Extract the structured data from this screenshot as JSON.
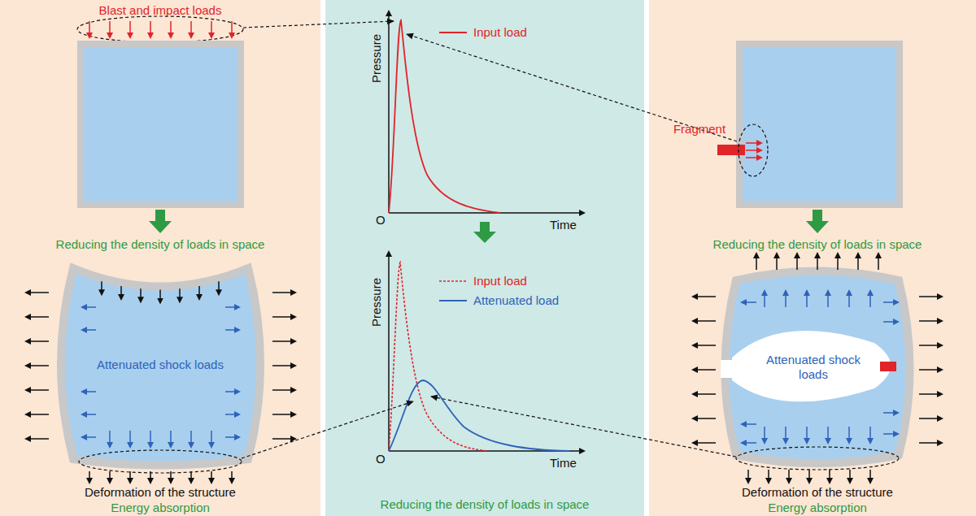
{
  "diagram": {
    "labels": [
      "Blast and impact loads",
      "Reducing the density of loads in space",
      "Attenuated shock loads",
      "Deformation of the structure",
      "Energy absorption",
      "Pressure",
      "Time",
      "O",
      "Pressure",
      "O",
      "Time",
      "Reducing the density of loads in space",
      "Fragment",
      "Reducing the density of loads in space",
      "Attenuated shock loads",
      "Deformation of the structure",
      "Energy absorption"
    ],
    "legend": [
      {
        "text": "Input load"
      },
      {
        "text": "Input load"
      },
      {
        "text": "Attenuated load"
      }
    ]
  }
}
